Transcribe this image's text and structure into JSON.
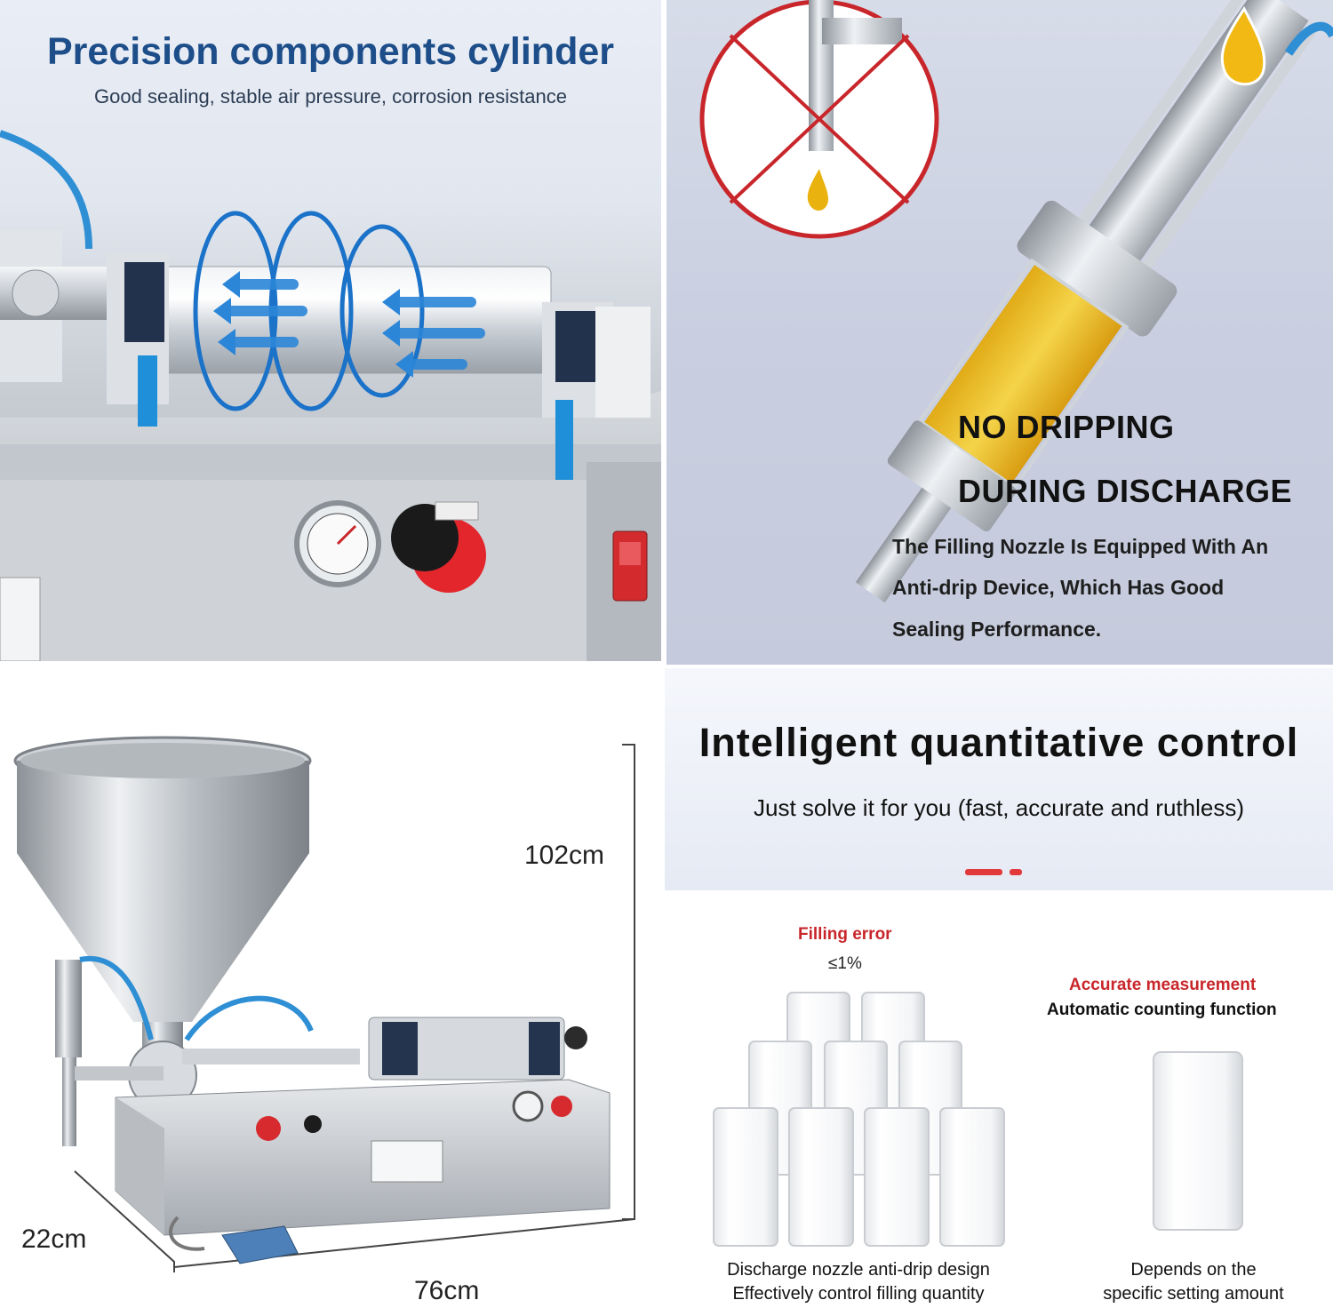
{
  "panels": {
    "cylinder": {
      "title": "Precision components cylinder",
      "subtitle": "Good sealing, stable air pressure, corrosion resistance"
    },
    "nozzle": {
      "heading_line1": "NO DRIPPING",
      "heading_line2": "DURING DISCHARGE",
      "body_lines": [
        "The Filling Nozzle Is Equipped With An",
        "Anti-drip Device, Which Has Good",
        "Sealing Performance."
      ]
    },
    "dimensions": {
      "height": "102cm",
      "depth": "22cm",
      "width": "76cm"
    },
    "control": {
      "title": "Intelligent quantitative control",
      "subtitle": "Just solve it for you (fast, accurate and ruthless)",
      "filling_error_label": "Filling error",
      "filling_error_value": "≤1%",
      "accurate_label": "Accurate measurement",
      "accurate_sub": "Automatic counting function",
      "caption_left_line1": "Discharge nozzle anti-drip design",
      "caption_left_line2": "Effectively control filling quantity",
      "caption_right_line1": "Depends on the",
      "caption_right_line2": "specific setting amount"
    }
  },
  "colors": {
    "title_blue": "#1d4e8a",
    "accent_red": "#c8262a",
    "oil_yellow": "#f2c21a"
  }
}
